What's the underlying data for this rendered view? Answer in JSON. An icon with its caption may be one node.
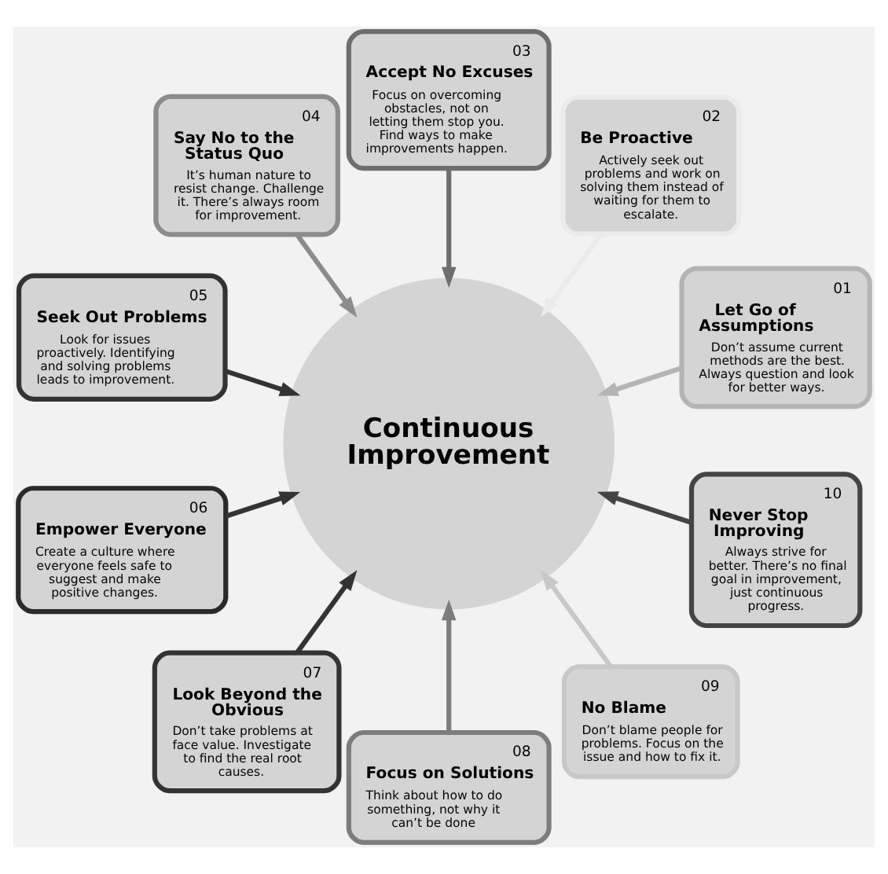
{
  "diagram": {
    "nodes": [
      {
        "text": [
          "01",
          "Let Go of Assumptions",
          "Don’t assume current methods are the best. Always question and look for better ways."
        ]
      },
      {
        "text": [
          "02",
          "Be Proactive",
          "Actively seek out problems and work on solving them instead of waiting for them to escalate."
        ]
      },
      {
        "text": [
          "03",
          "Accept No Excuses",
          "Focus on overcoming obstacles, not on letting them stop you. Find ways to make improvements happen."
        ]
      },
      {
        "text": [
          "04",
          "Say No to the Status Quo",
          "It’s human nature to resist change. Challenge it. There’s always room for improvement."
        ]
      },
      {
        "text": [
          "05",
          "Seek Out Problems",
          "Look for issues proactively. Identifying and solving problems leads to improvement."
        ]
      },
      {
        "text": [
          "06",
          "Empower Everyone",
          "Create a culture where everyone feels safe to suggest and make positive changes."
        ]
      },
      {
        "text": [
          "07",
          "Look Beyond the Obvious",
          "Don’t take problems at face value. Investigate to find the real root causes."
        ]
      },
      {
        "text": [
          "08",
          "Focus on Solutions",
          "Think about how to do something, not why it can’t be done"
        ]
      },
      {
        "text": [
          "09",
          "No Blame",
          "Don’t blame people for problems. Focus on the issue and how to fix it."
        ]
      },
      {
        "text": [
          "10",
          "Never Stop Improving",
          "Always strive for better. There’s no final goal in improvement, just continuous progress."
        ]
      },
      {
        "text": [
          "Continuous Improvement"
        ]
      }
    ],
    "edges": [
      {
        "from": 0,
        "to": 10,
        "arrow": "to",
        "color": "#b4b4b4"
      },
      {
        "from": 1,
        "to": 10,
        "arrow": "to",
        "color": "#ebebeb"
      },
      {
        "from": 2,
        "to": 10,
        "arrow": "to",
        "color": "#6e6e6e"
      },
      {
        "from": 3,
        "to": 10,
        "arrow": "to",
        "color": "#8c8c8c"
      },
      {
        "from": 4,
        "to": 10,
        "arrow": "to"
      },
      {
        "from": 5,
        "to": 10,
        "arrow": "to"
      },
      {
        "from": 6,
        "to": 10,
        "arrow": "to"
      },
      {
        "from": 7,
        "to": 10,
        "arrow": "to",
        "color": "#7d7d7d"
      },
      {
        "from": 8,
        "to": 10,
        "arrow": "to",
        "color": "#c8c8c8"
      },
      {
        "from": 9,
        "to": 10,
        "arrow": "to",
        "color": "#444444"
      }
    ]
  }
}
